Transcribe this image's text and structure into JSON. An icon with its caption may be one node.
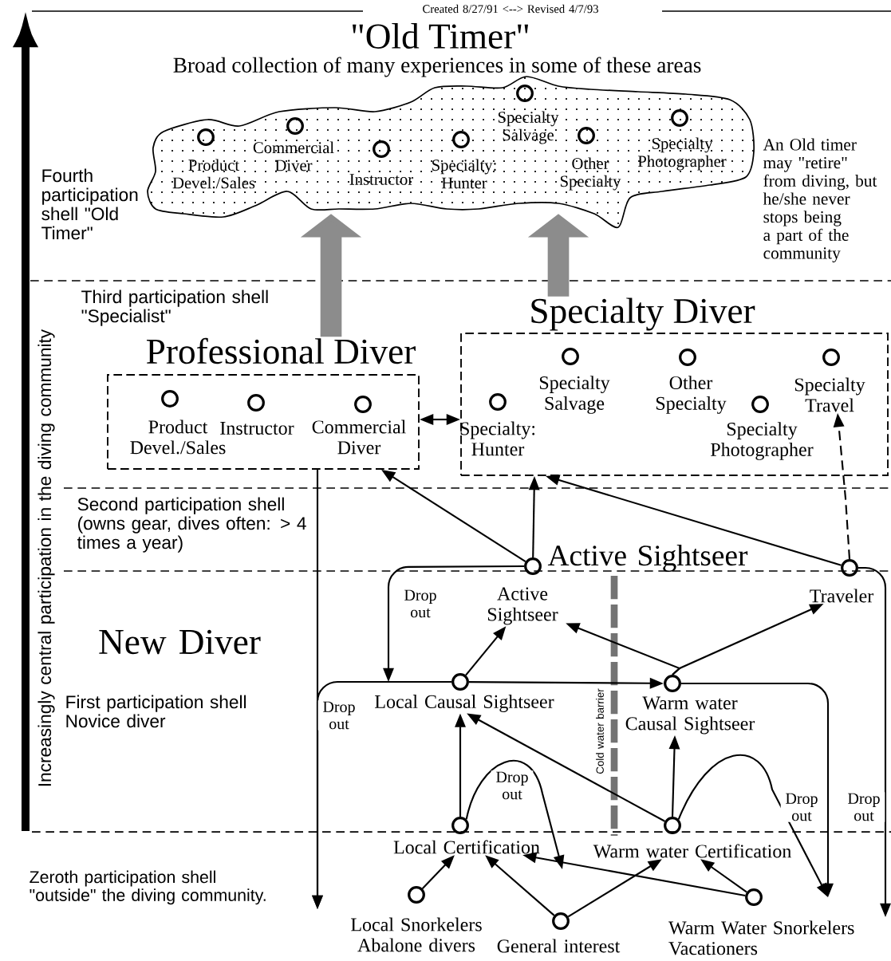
{
  "diagram": {
    "nodes": [
      {
        "text": [
          "\"Old Timer\"",
          "Broad collection of many experiences in some of these areas"
        ]
      },
      {
        "text": [
          "Product Devel./Sales"
        ],
        "in": 0
      },
      {
        "text": [
          "Commercial Diver"
        ],
        "in": 0
      },
      {
        "text": [
          "Instructor"
        ],
        "in": 0
      },
      {
        "text": [
          "Specialty: Hunter"
        ],
        "in": 0
      },
      {
        "text": [
          "Specialty Salvage"
        ],
        "in": 0
      },
      {
        "text": [
          "Other Specialty"
        ],
        "in": 0
      },
      {
        "text": [
          "Specialty Photographer"
        ],
        "in": 0
      },
      {
        "text": [
          "Professional Diver"
        ]
      },
      {
        "text": [
          "Product Devel./Sales"
        ],
        "in": 8
      },
      {
        "text": [
          "Instructor"
        ],
        "in": 8
      },
      {
        "text": [
          "Commercial Diver"
        ],
        "in": 8
      },
      {
        "text": [
          "Specialty Diver"
        ]
      },
      {
        "text": [
          "Specialty: Hunter"
        ],
        "in": 12
      },
      {
        "text": [
          "Specialty Salvage"
        ],
        "in": 12
      },
      {
        "text": [
          "Other Specialty"
        ],
        "in": 12
      },
      {
        "text": [
          "Specialty Photographer"
        ],
        "in": 12
      },
      {
        "text": [
          "Specialty Travel"
        ],
        "in": 12
      },
      {
        "text": [
          "Active Sightseer"
        ]
      },
      {
        "text": [
          "Traveler"
        ]
      },
      {
        "text": [
          "Local Causal Sightseer"
        ]
      },
      {
        "text": [
          "Warm water Causal Sightseer"
        ]
      },
      {
        "text": [
          "Local Certification"
        ]
      },
      {
        "text": [
          "Warm water Certification"
        ]
      },
      {
        "text": [
          "Local Snorkelers Abalone divers"
        ]
      },
      {
        "text": [
          "General interest"
        ]
      },
      {
        "text": [
          "Warm Water Snorkelers Vacationers"
        ]
      }
    ],
    "edges": [
      {
        "from": 8,
        "to": 0,
        "arrow": "to",
        "style": "thick",
        "color": "#8c8c8c"
      },
      {
        "from": 12,
        "to": 0,
        "arrow": "to",
        "style": "thick",
        "color": "#8c8c8c"
      },
      {
        "from": 8,
        "to": 12,
        "arrow": "both"
      },
      {
        "from": 18,
        "to": 8,
        "arrow": "to"
      },
      {
        "from": 18,
        "to": 12,
        "arrow": "to"
      },
      {
        "from": 19,
        "to": 12,
        "arrow": "to"
      },
      {
        "from": 19,
        "to": 17,
        "arrow": "to",
        "style": "dashed"
      },
      {
        "from": 20,
        "to": 18,
        "arrow": "to"
      },
      {
        "from": 21,
        "to": 18,
        "arrow": "to"
      },
      {
        "from": 21,
        "to": 19,
        "arrow": "to"
      },
      {
        "from": 20,
        "to": 21,
        "arrow": "to"
      },
      {
        "from": 18,
        "to": 20,
        "arrow": "to",
        "label": "Drop out"
      },
      {
        "from": 20,
        "to": null,
        "arrow": "to",
        "label": "Drop out"
      },
      {
        "from": 8,
        "to": null,
        "arrow": "to"
      },
      {
        "from": 21,
        "to": null,
        "arrow": "to"
      },
      {
        "from": 19,
        "to": null,
        "arrow": "to",
        "label": "Drop out"
      },
      {
        "from": 22,
        "to": 20,
        "arrow": "to"
      },
      {
        "from": 23,
        "to": 20,
        "arrow": "to"
      },
      {
        "from": 23,
        "to": 21,
        "arrow": "to"
      },
      {
        "from": 22,
        "to": null,
        "arrow": "to",
        "label": "Drop out"
      },
      {
        "from": 23,
        "to": null,
        "arrow": "to",
        "label": "Drop out"
      },
      {
        "from": 24,
        "to": 22,
        "arrow": "to"
      },
      {
        "from": 25,
        "to": 22,
        "arrow": "to"
      },
      {
        "from": 25,
        "to": 23,
        "arrow": "to"
      },
      {
        "from": 26,
        "to": 22,
        "arrow": "to"
      },
      {
        "from": 26,
        "to": 23,
        "arrow": "to"
      }
    ],
    "labels": [
      "Created 8/27/91 <--> Revised 4/7/93",
      "Fourth participation shell \"Old Timer\"",
      "An Old timer may \"retire\" from diving, but he/she never stops being a part of the community",
      "Third participation shell \"Specialist\"",
      "Second participation shell (owns gear, dives often: > 4 times a year)",
      "Active Sightseer",
      "New Diver",
      "First participation shell Novice diver",
      "Cold water barrier",
      "Zeroth participation shell \"outside\" the diving community.",
      "Increasingly central participation in the diving community"
    ]
  }
}
